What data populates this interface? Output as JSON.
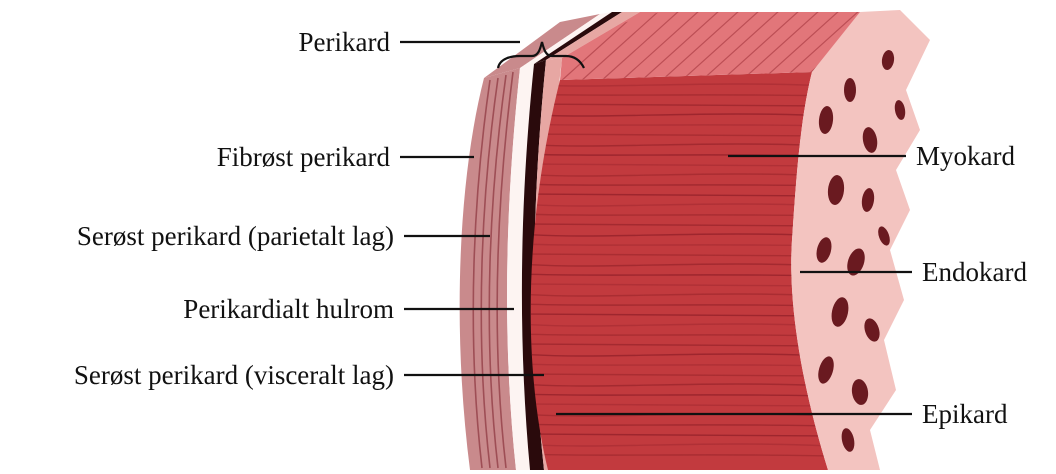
{
  "figure": {
    "labels_left": {
      "perikard": "Perikard",
      "fibrost_perikard": "Fibrøst perikard",
      "serost_parietalt": "Serøst perikard (parietalt lag)",
      "perikardialt_hulrom": "Perikardialt hulrom",
      "serost_visceralt": "Serøst perikard (visceralt lag)"
    },
    "labels_right": {
      "myokard": "Myokard",
      "endokard": "Endokard",
      "epikard": "Epikard"
    }
  },
  "colors": {
    "fibrous_layer": "#c98a8c",
    "fibrous_stripe": "#9e4e55",
    "serous_white": "#fdf4f2",
    "pink_layer": "#e7a7a3",
    "cavity_dark": "#2a0a0c",
    "muscle_base": "#c23a3e",
    "muscle_fiber": "#8f1f27",
    "muscle_light": "#e2767a",
    "endocardium": "#f3c4c0",
    "trabecula_dark": "#6a1a20",
    "leader_line": "#111111"
  }
}
